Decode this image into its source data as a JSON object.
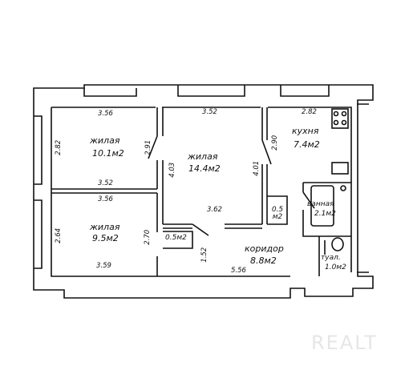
{
  "rooms": {
    "living1": {
      "name": "жилая",
      "area": "10.1м2"
    },
    "living2": {
      "name": "жилая",
      "area": "14.4м2"
    },
    "kitchen": {
      "name": "кухня",
      "area": "7.4м2"
    },
    "living3": {
      "name": "жилая",
      "area": "9.5м2"
    },
    "bath": {
      "name": "ванная",
      "area": "2.1м2"
    },
    "corridor": {
      "name": "коридор",
      "area": "8.8м2"
    },
    "toilet": {
      "name": "туал.",
      "area": "1.0м2"
    },
    "closet1": {
      "area": "0.5м2"
    },
    "closet2": {
      "area": "0.5 м2"
    }
  },
  "dimensions": {
    "top_left": "3.56",
    "top_mid": "3.52",
    "top_right": "2.82",
    "left_upper": "2.82",
    "r1_right": "2.91",
    "r2_left": "4.03",
    "r2_right": "4.01",
    "kitchen_left": "2.90",
    "r1_bottom": "3.52",
    "r3_top": "3.56",
    "r2_bottom": "3.62",
    "left_lower": "2.64",
    "r3_right": "2.70",
    "corr_vertical": "1.52",
    "r3_bottom": "3.59",
    "corr_bottom": "5.56"
  },
  "watermark": "REALT"
}
